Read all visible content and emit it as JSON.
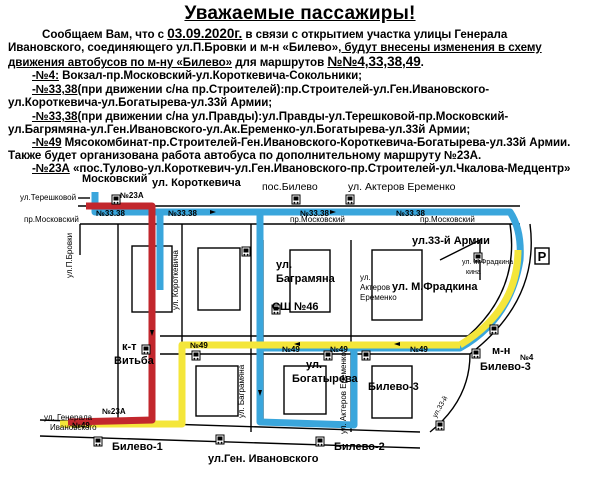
{
  "notice": {
    "title": "Уважаемые пассажиры!",
    "l1_a": "Сообщаем Вам, что с ",
    "l1_date": "03.09.2020г.",
    "l1_b": " в связи с открытием участка улицы Генерала",
    "l2_a": "Ивановского, соединяющего ул.П.Бровки и м-н «Билево»",
    "l2_b": ", будут внесены изменения в схему",
    "l3_a": "движения автобусов по м-ну «Билево»",
    "l3_b": " для маршрутов ",
    "l3_routes": "№№4,33,38,49",
    "l3_c": ".",
    "r4_num": "-№4:",
    "r4_text": " Вокзал-пр.Московский-ул.Короткевича-Сокольники;",
    "r33_num": "-№33,38",
    "r33_text": "(при движении с/на пр.Строителей):пр.Строителей-ул.Ген.Ивановского-",
    "r33_text2": "ул.Короткевича-ул.Богатырева-ул.33й Армии;",
    "r33b_num": "-№33,38",
    "r33b_text": "(при движении с/на ул.Правды):ул.Правды-ул.Терешковой-пр.Московский-",
    "r33b_text2": "ул.Багрямяна-ул.Ген.Ивановского-ул.Ак.Еременко-ул.Богатырева-ул.33й Армии;",
    "r49_num": "-№49",
    "r49_text": " Мясокомбинат-пр.Строителей-Ген.Ивановского-Короткевича-Богатырева-ул.33й Армии.",
    "extra": "Также будет организована работа автобуса по дополнительному маршруту №23А.",
    "r23_num": "-№23А",
    "r23_text": " «пос.Тулово-ул.Короткевич-ул.Ген.Ивановского-пр.Строителей-ул.Чкалова-Медцентр»"
  },
  "map": {
    "labels": {
      "moskovsky": "Московский",
      "korotkevicha_stop": "ул. Короткевича",
      "pos_bilevo": "пос.Билево",
      "akterov_eremenko": "ул. Актеров Еременко",
      "tereshkovoy": "ул.Терешковой",
      "pr_moskovsky_left": "пр.Московский",
      "pr_moskovsky_mid": "пр.Московский",
      "pr_moskovsky_right": "пр.Московский",
      "p_brovki": "ул.П.Бровки",
      "korotkevicha_street": "ул. Короткевича",
      "bagramyana_1": "ул.",
      "bagramyana_2": "Баграмяна",
      "bagramyana_vert": "ул. Баграмяна",
      "akterov_1": "ул.",
      "akterov_2": "Актеров",
      "akterov_3": "Еременко",
      "akterov_vert": "ул. Актеров Еременко",
      "army33": "ул.33-й Армии",
      "fradkina_small_1": "ул. М.Фрадкина",
      "fradkina_small_2": "кина",
      "fradkina": "ул. М.Фрадкина",
      "sch46": "СШ №46",
      "vitba_1": "к-т",
      "vitba_2": "Витьба",
      "bogatyreva_1": "ул.",
      "bogatyreva_2": "Богатырева",
      "bilevo3_a": "Билево-3",
      "mn_1": "м-н",
      "mn_2": "Билево-3",
      "generala_1": "ул. Генерала",
      "generala_2": "Ивановского",
      "bilevo1": "Билево-1",
      "bilevo2": "Билево-2",
      "gen_ivanovskogo": "ул.Ген. Ивановского",
      "army33_vert": "ул.33-й",
      "parking": "P"
    },
    "route_labels": {
      "r3338": "№33.38",
      "r49": "№49",
      "r23a": "№23А",
      "r4": "№4"
    },
    "colors": {
      "route_33_38": "#3aa6dc",
      "route_49": "#f4e63a",
      "route_23a": "#c2272d",
      "road": "#000000"
    }
  }
}
